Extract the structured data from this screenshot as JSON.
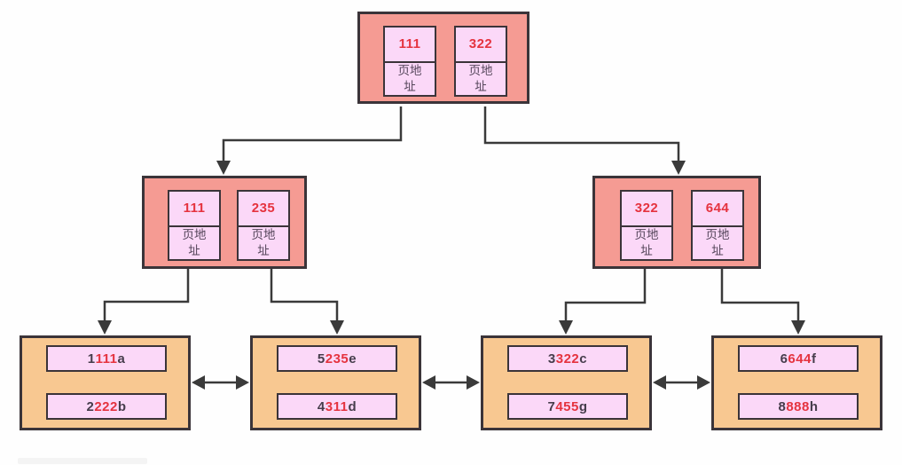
{
  "diagram": {
    "type": "b-plus-tree-index",
    "page_address_label": "页地址",
    "root": {
      "cells": [
        {
          "key": "111"
        },
        {
          "key": "322"
        }
      ]
    },
    "internal_left": {
      "cells": [
        {
          "key": "111"
        },
        {
          "key": "235"
        }
      ]
    },
    "internal_right": {
      "cells": [
        {
          "key": "322"
        },
        {
          "key": "644"
        }
      ]
    },
    "leaves": [
      {
        "rows": [
          {
            "prefix": "1",
            "key": "111",
            "suffix": "a"
          },
          {
            "prefix": "2",
            "key": "222",
            "suffix": "b"
          }
        ]
      },
      {
        "rows": [
          {
            "prefix": "5",
            "key": "235",
            "suffix": "e"
          },
          {
            "prefix": "4",
            "key": "311",
            "suffix": "d"
          }
        ]
      },
      {
        "rows": [
          {
            "prefix": "3",
            "key": "322",
            "suffix": "c"
          },
          {
            "prefix": "7",
            "key": "455",
            "suffix": "g"
          }
        ]
      },
      {
        "rows": [
          {
            "prefix": "6",
            "key": "644",
            "suffix": "f"
          },
          {
            "prefix": "8",
            "key": "888",
            "suffix": "h"
          }
        ]
      }
    ],
    "colors": {
      "index_node_fill": "#F59B93",
      "cell_fill": "#FBD8F8",
      "leaf_fill": "#F8C891",
      "key_text": "#E5333F",
      "dark_text": "#463D4C",
      "address_text": "#54455A",
      "border": "#3B3439",
      "connector": "#3A3A3A"
    }
  }
}
